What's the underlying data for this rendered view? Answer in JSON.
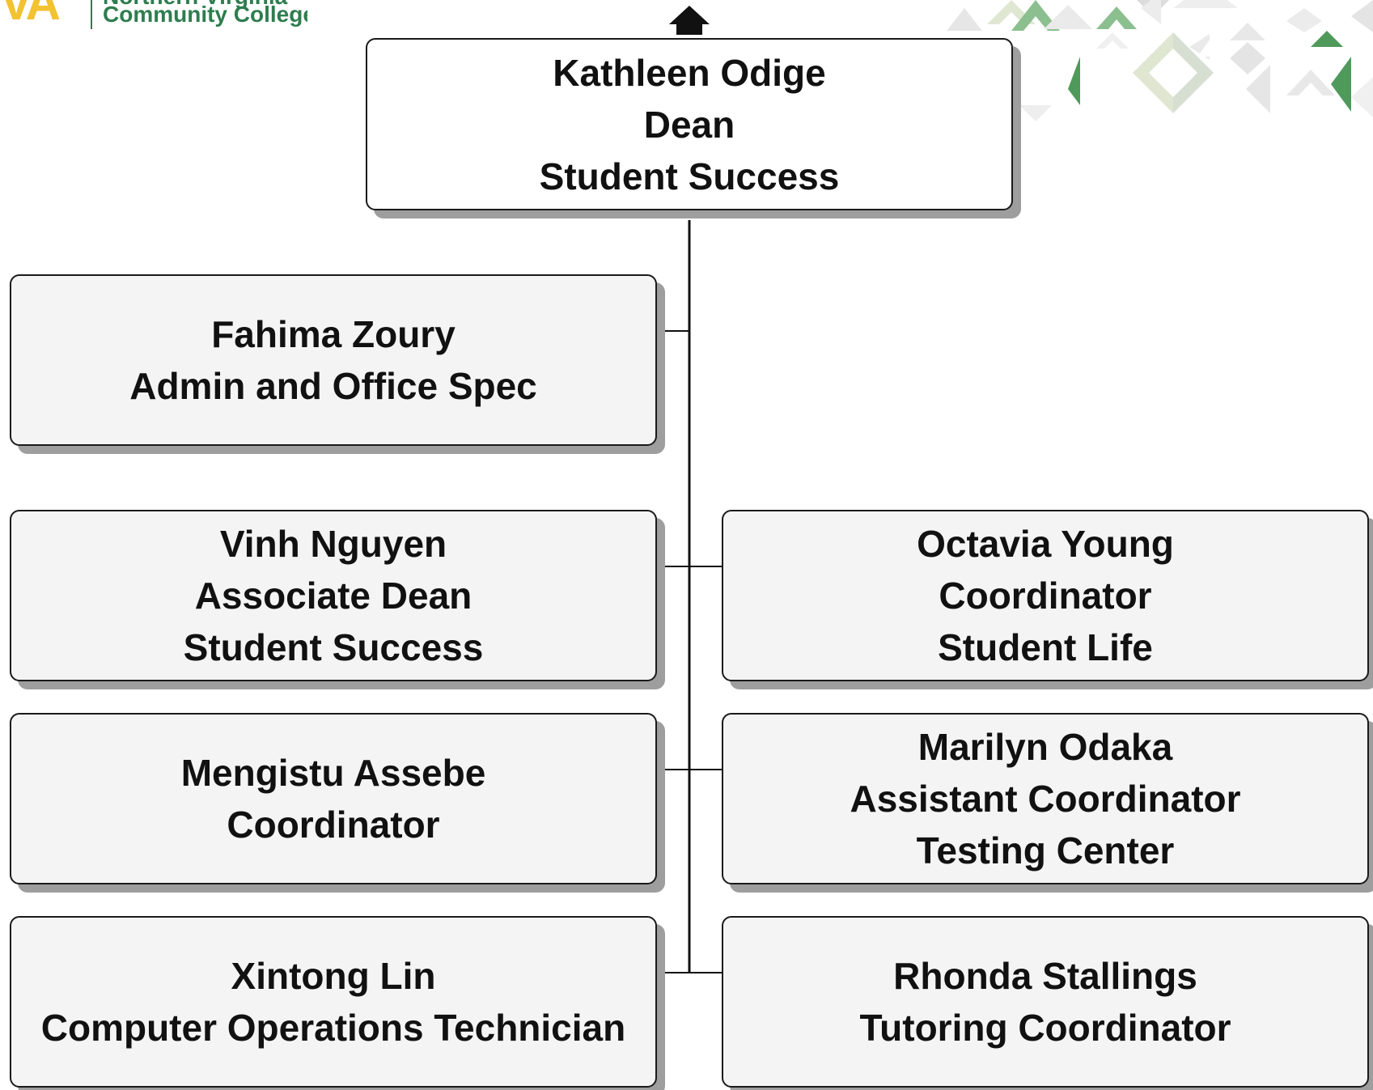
{
  "logo": {
    "mark": "VA",
    "line1": "Northern Virginia",
    "line2": "Community College"
  },
  "colors": {
    "box_fill": "#f4f4f4",
    "box_border": "#1a1a1a",
    "box_shadow": "#9e9e9e",
    "connector": "#111111",
    "logo_gold": "#f2c230",
    "logo_green": "#2e7d4f",
    "deco_green": "#4f9a5a",
    "deco_light": "#dfe7d2"
  },
  "org": {
    "head": {
      "name": "Kathleen Odige",
      "title": "Dean",
      "unit": "Student Success"
    },
    "admin": {
      "name": "Fahima Zoury",
      "title": "Admin and Office Spec"
    },
    "vinh": {
      "name": "Vinh Nguyen",
      "title": "Associate Dean",
      "unit": "Student Success"
    },
    "octavia": {
      "name": "Octavia Young",
      "title": "Coordinator",
      "unit": "Student Life"
    },
    "mengistu": {
      "name": "Mengistu Assebe",
      "title": "Coordinator"
    },
    "marilyn": {
      "name": "Marilyn Odaka",
      "title": "Assistant Coordinator",
      "unit": "Testing Center"
    },
    "xintong": {
      "name": "Xintong Lin",
      "title": "Computer Operations Technician"
    },
    "rhonda": {
      "name": "Rhonda Stallings",
      "title": "Tutoring Coordinator"
    }
  }
}
